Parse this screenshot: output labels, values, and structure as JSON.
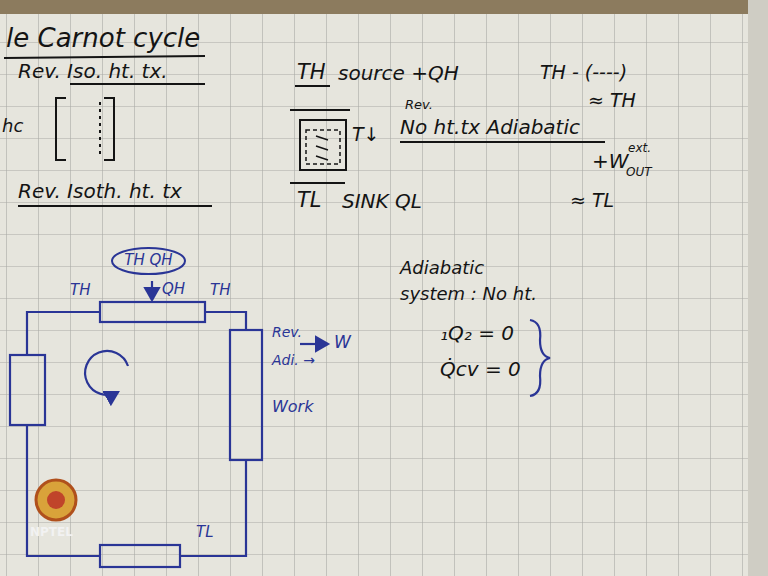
{
  "diagram": {
    "title": "le Carnot cycle",
    "nodes": [
      {
        "text": [
          "TH QH"
        ]
      }
    ],
    "labels": [
      "Rev. Iso. ht. tx.",
      "TH",
      "source +QH",
      "TH - (----)",
      "≈ TH",
      "hc",
      "T↓",
      "Rev.",
      "No ht.tx Adiabatic",
      "+W",
      "ext.",
      "OUT",
      "Rev. Isoth. ht. tx",
      "TL",
      "SINK QL",
      "≈ TL",
      "QH",
      "TH",
      "TH",
      "Rev.",
      "W",
      "Adi. →",
      "Work",
      "TL",
      "Adiabatic",
      "system : No ht.",
      "₁Q₂ = 0",
      "Q̇cv = 0",
      "NPTEL"
    ]
  }
}
